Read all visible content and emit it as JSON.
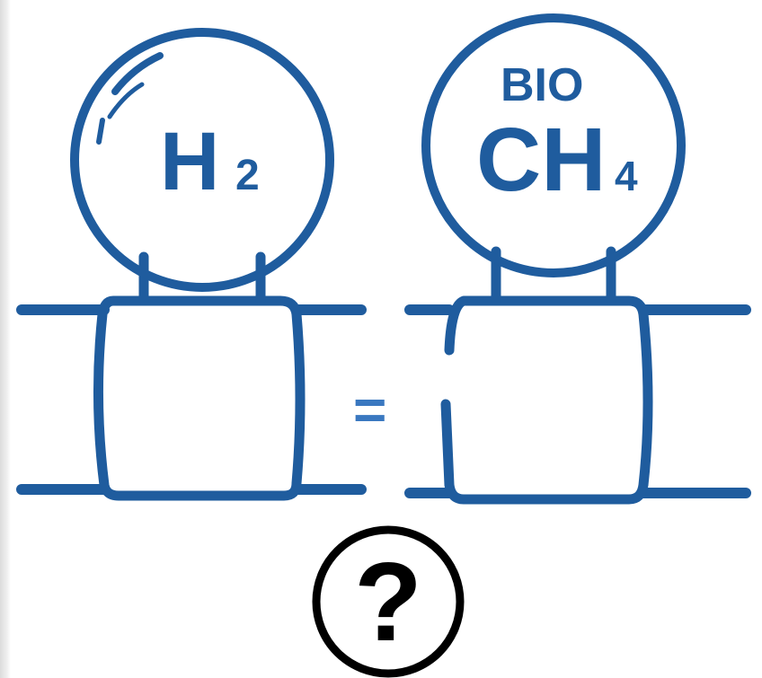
{
  "colors": {
    "line": "#1f5c9e",
    "equals": "#3a78c0",
    "question": "#000000",
    "background": "#ffffff"
  },
  "left_pipe": {
    "gas_main": "H",
    "gas_subscript": "2"
  },
  "right_pipe": {
    "prefix": "BIO",
    "gas_main": "CH",
    "gas_subscript": "4"
  },
  "operator": "=",
  "question_mark": "?"
}
